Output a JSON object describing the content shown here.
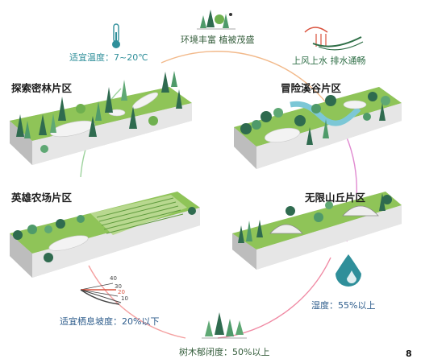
{
  "zones": {
    "forest": "探索密林片区",
    "valley": "冒险溪谷片区",
    "farm": "英雄农场片区",
    "hills": "无限山丘片区"
  },
  "factors": {
    "temperature": "适宜温度：7~20℃",
    "environment": "环境丰富 植被茂盛",
    "wind_water": "上风上水 排水通畅",
    "slope": "适宜栖息坡度：20%以下",
    "canopy": "树木郁闭度：50%以上",
    "humidity": "湿度：55%以上"
  },
  "slope_gauge": {
    "ticks": [
      "40",
      "30",
      "20",
      "10"
    ]
  },
  "page_number": "8",
  "colors": {
    "grass": "#8fc458",
    "grass_dark": "#5f9b3d",
    "tree_dark": "#2f6b4f",
    "tree_mid": "#4f9a6a",
    "water": "#7cc7d6",
    "slab": "#d9d9d9",
    "arc_orange": "#f2a65a",
    "arc_purple": "#c792d6",
    "arc_pink": "#f08aa4",
    "arc_green": "#9ad09a"
  }
}
